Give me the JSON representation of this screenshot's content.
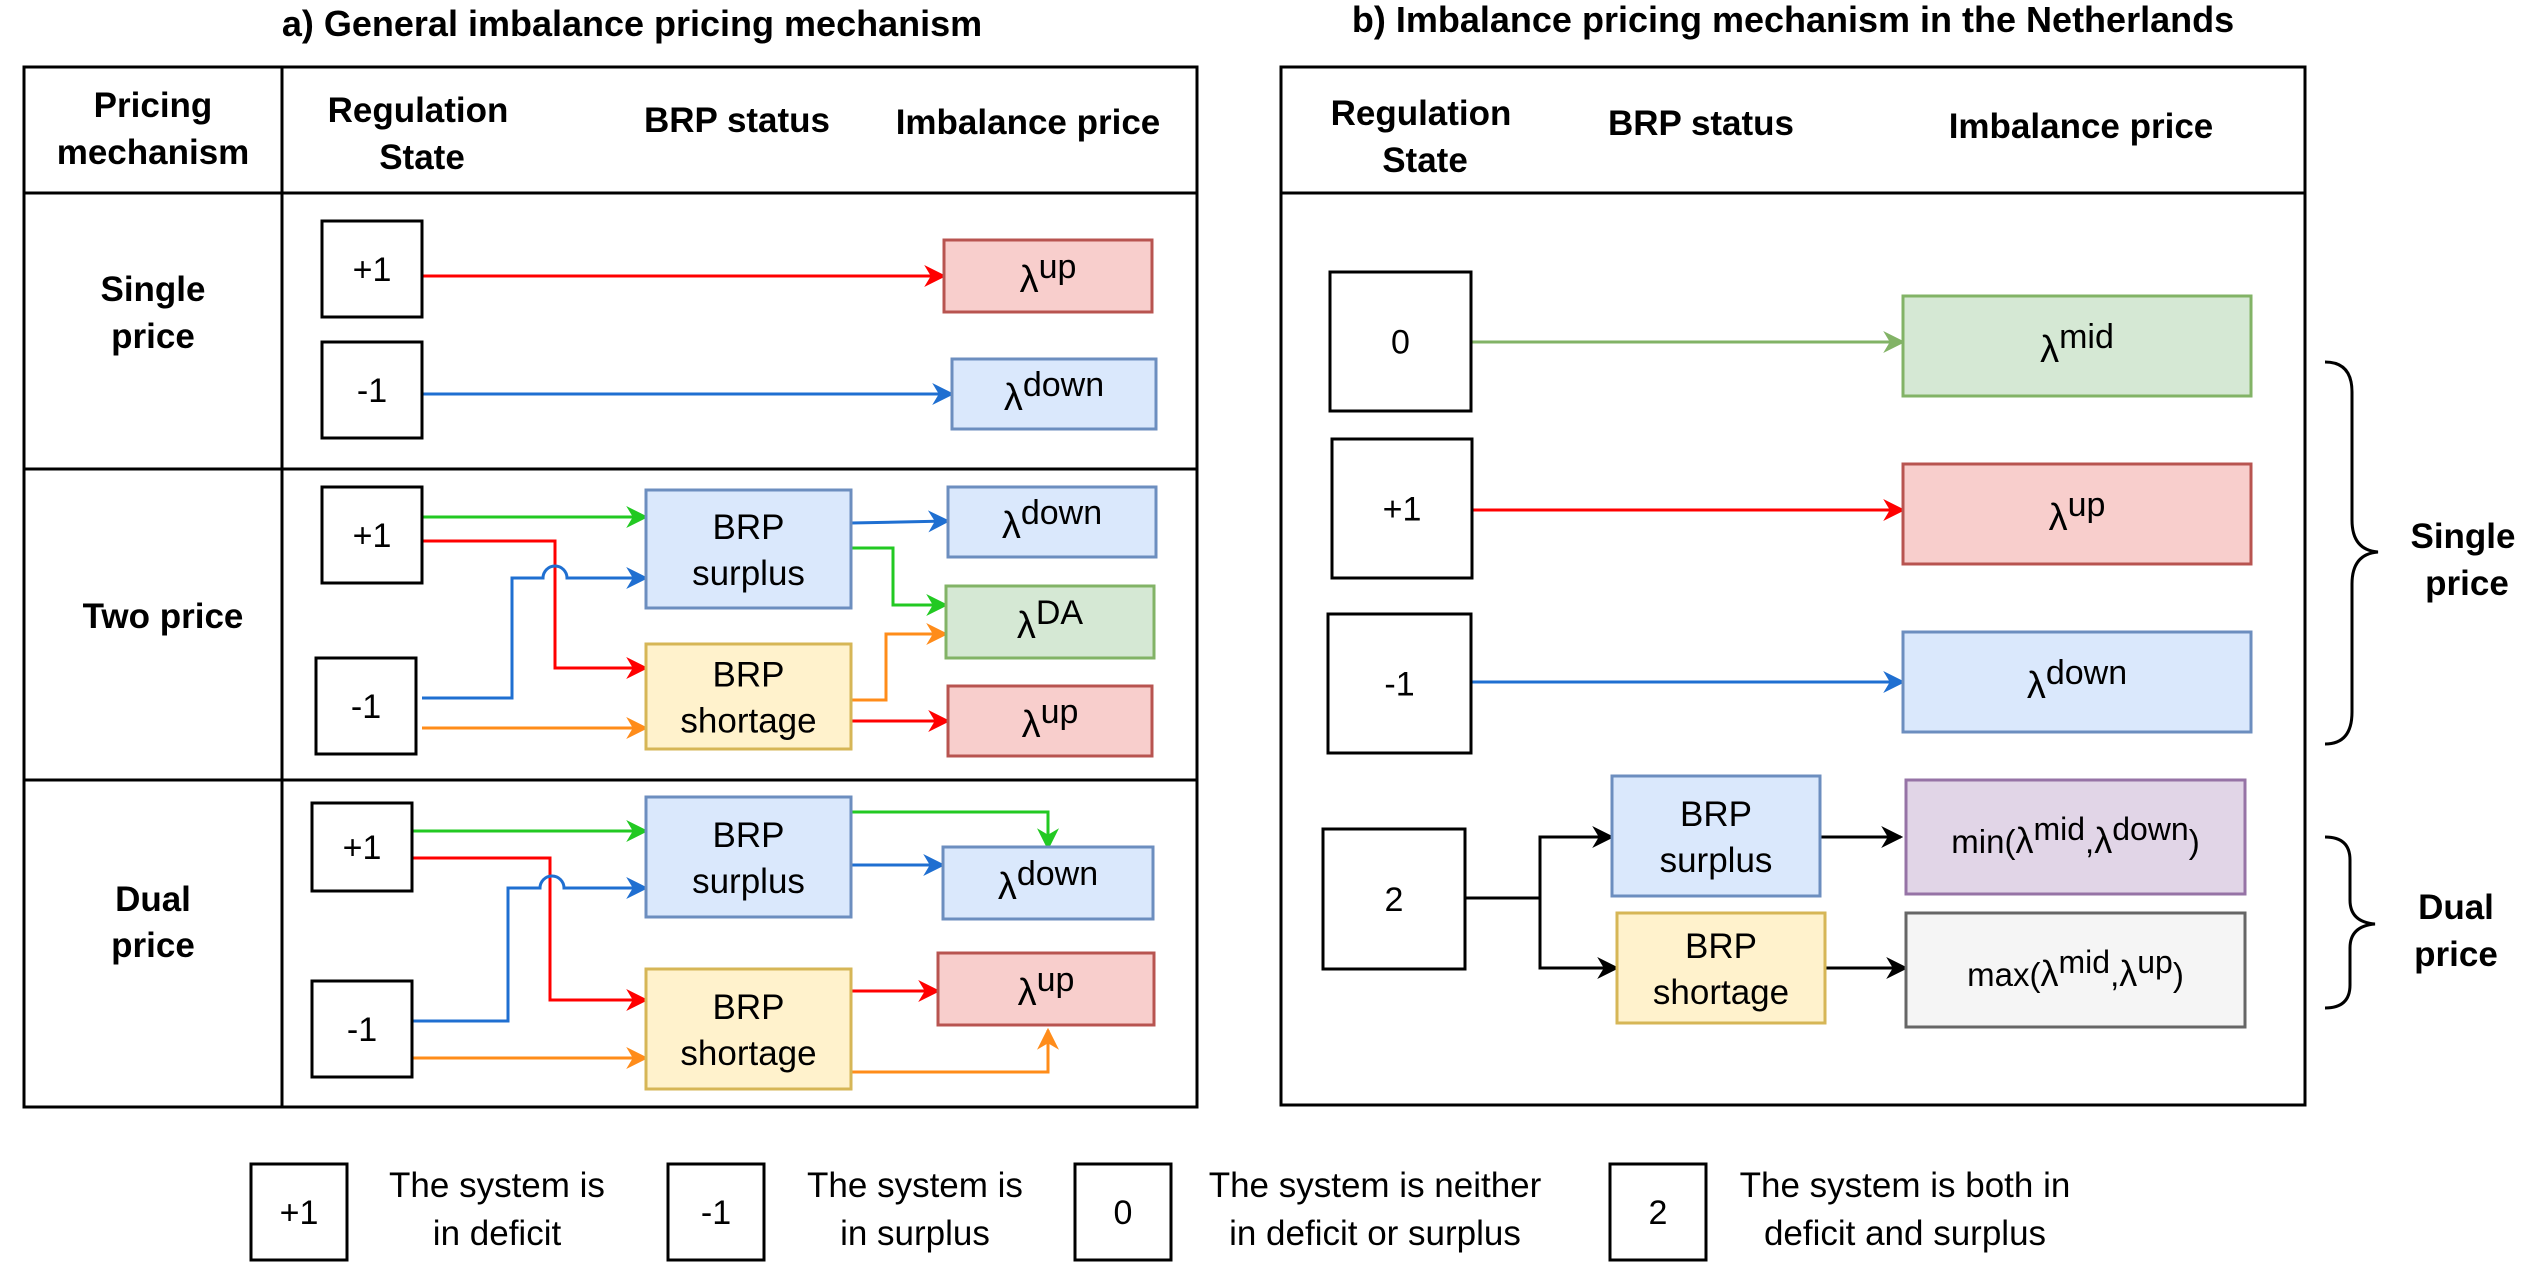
{
  "panel_a": {
    "title": "a) General imbalance pricing mechanism",
    "headers": {
      "pricing_mechanism_line1": "Pricing",
      "pricing_mechanism_line2": "mechanism",
      "regulation_state_line1": "Regulation",
      "regulation_state_line2": "State",
      "brp_status": "BRP status",
      "imbalance_price": "Imbalance price"
    },
    "rows": {
      "single": {
        "label_line1": "Single",
        "label_line2": "price"
      },
      "two": {
        "label": "Two price"
      },
      "dual": {
        "label_line1": "Dual",
        "label_line2": "price"
      }
    }
  },
  "panel_b": {
    "title": "b) Imbalance pricing mechanism in the Netherlands",
    "headers": {
      "regulation_state_line1": "Regulation",
      "regulation_state_line2": "State",
      "brp_status": "BRP status",
      "imbalance_price": "Imbalance price"
    },
    "brace_single_line1": "Single",
    "brace_single_line2": "price",
    "brace_dual_line1": "Dual",
    "brace_dual_line2": "price"
  },
  "states": {
    "plus1": "+1",
    "minus1": "-1",
    "zero": "0",
    "two": "2"
  },
  "brp": {
    "word": "BRP",
    "surplus": "surplus",
    "shortage": "shortage"
  },
  "prices": {
    "lambda": "λ",
    "up": "up",
    "down": "down",
    "da": "DA",
    "mid": "mid",
    "min_prefix": "min(",
    "max_prefix": "max(",
    "comma": ",",
    "close": ")"
  },
  "legend": [
    {
      "symbol": "+1",
      "line1": "The system is",
      "line2": "in deficit"
    },
    {
      "symbol": "-1",
      "line1": "The system is",
      "line2": "in surplus"
    },
    {
      "symbol": "0",
      "line1": "The system is neither",
      "line2": "in deficit or surplus"
    },
    {
      "symbol": "2",
      "line1": "The system is both in",
      "line2": "deficit and surplus"
    }
  ],
  "colors": {
    "red_arrow": "#ff0000",
    "blue_arrow": "#1f6fd1",
    "green_arrow": "#22c922",
    "orange_arrow": "#ff8c1a",
    "olive_green_arrow": "#82b366",
    "red_fill": "#f8cecc",
    "red_stroke": "#b85450",
    "blue_fill": "#dae8fc",
    "blue_stroke": "#6c8ebf",
    "green_fill": "#d5e8d4",
    "green_stroke": "#82b366",
    "yellow_fill": "#fff2cc",
    "yellow_stroke": "#d6b656",
    "purple_fill": "#e1d5e7",
    "purple_stroke": "#9673a6",
    "grey_fill": "#f5f5f5",
    "grey_stroke": "#666666"
  }
}
